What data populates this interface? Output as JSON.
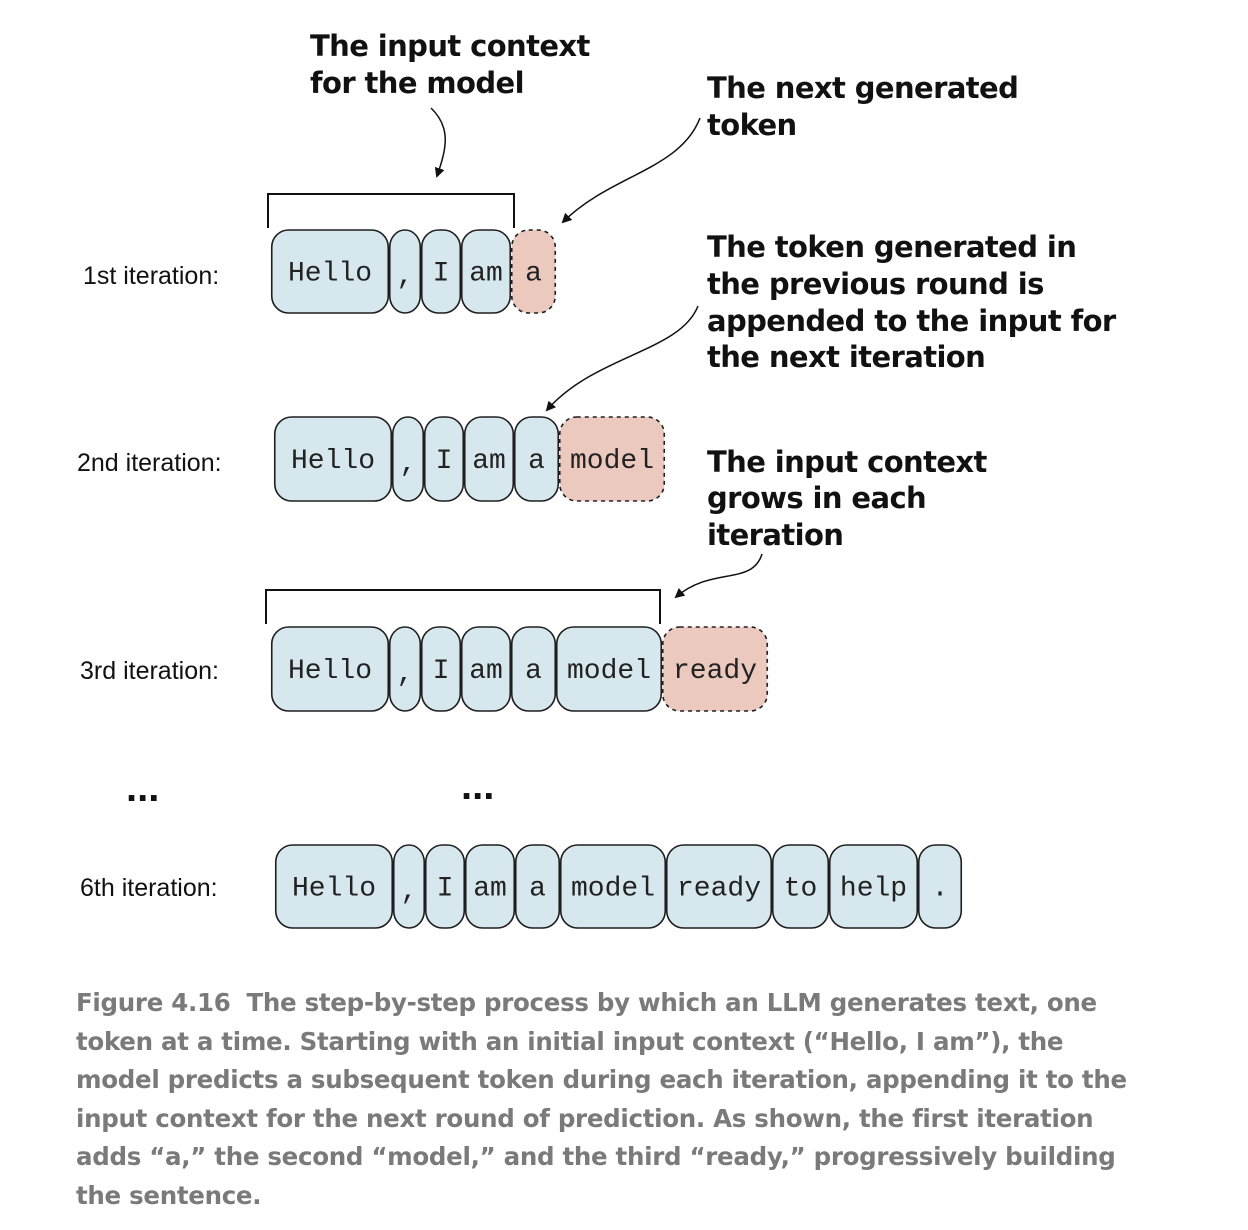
{
  "annotations": {
    "input_context": [
      "The input context",
      "for the model"
    ],
    "next_token": [
      "The next generated",
      "token"
    ],
    "appended": [
      "The token generated in",
      "the previous round is",
      "appended to the input for",
      "the next iteration"
    ],
    "grows": [
      "The input context",
      "grows in each",
      "iteration"
    ]
  },
  "ellipsis_left": "...",
  "ellipsis_middle": "...",
  "iterations": [
    {
      "label": "1st iteration:",
      "tokens": [
        {
          "text": "Hello",
          "generated": false
        },
        {
          "text": ",",
          "generated": false
        },
        {
          "text": "I",
          "generated": false
        },
        {
          "text": "am",
          "generated": false
        },
        {
          "text": "a",
          "generated": true
        }
      ]
    },
    {
      "label": "2nd iteration:",
      "tokens": [
        {
          "text": "Hello",
          "generated": false
        },
        {
          "text": ",",
          "generated": false
        },
        {
          "text": "I",
          "generated": false
        },
        {
          "text": "am",
          "generated": false
        },
        {
          "text": "a",
          "generated": false
        },
        {
          "text": "model",
          "generated": true
        }
      ]
    },
    {
      "label": "3rd iteration:",
      "tokens": [
        {
          "text": "Hello",
          "generated": false
        },
        {
          "text": ",",
          "generated": false
        },
        {
          "text": "I",
          "generated": false
        },
        {
          "text": "am",
          "generated": false
        },
        {
          "text": "a",
          "generated": false
        },
        {
          "text": "model",
          "generated": false
        },
        {
          "text": "ready",
          "generated": true
        }
      ]
    },
    {
      "label": "6th iteration:",
      "tokens": [
        {
          "text": "Hello",
          "generated": false
        },
        {
          "text": ",",
          "generated": false
        },
        {
          "text": "I",
          "generated": false
        },
        {
          "text": "am",
          "generated": false
        },
        {
          "text": "a",
          "generated": false
        },
        {
          "text": "model",
          "generated": false
        },
        {
          "text": "ready",
          "generated": false
        },
        {
          "text": "to",
          "generated": false
        },
        {
          "text": "help",
          "generated": false
        },
        {
          "text": ".",
          "generated": false
        }
      ]
    }
  ],
  "caption": {
    "figure_number": "Figure 4.16",
    "text": "The step-by-step process by which an LLM generates text, one token at a time. Starting with an initial input context (“Hello, I am”), the model predicts a subsequent token during each iteration, appending it to the input context for the next round of prediction. As shown, the first iteration adds “a,” the second “model,” and the third “ready,” progressively building the sentence."
  },
  "colors": {
    "context_fill": "#d6e8ee",
    "generated_fill": "#ebc9bf",
    "stroke": "#1e1e1e",
    "caption_text": "#7a7a7a"
  }
}
